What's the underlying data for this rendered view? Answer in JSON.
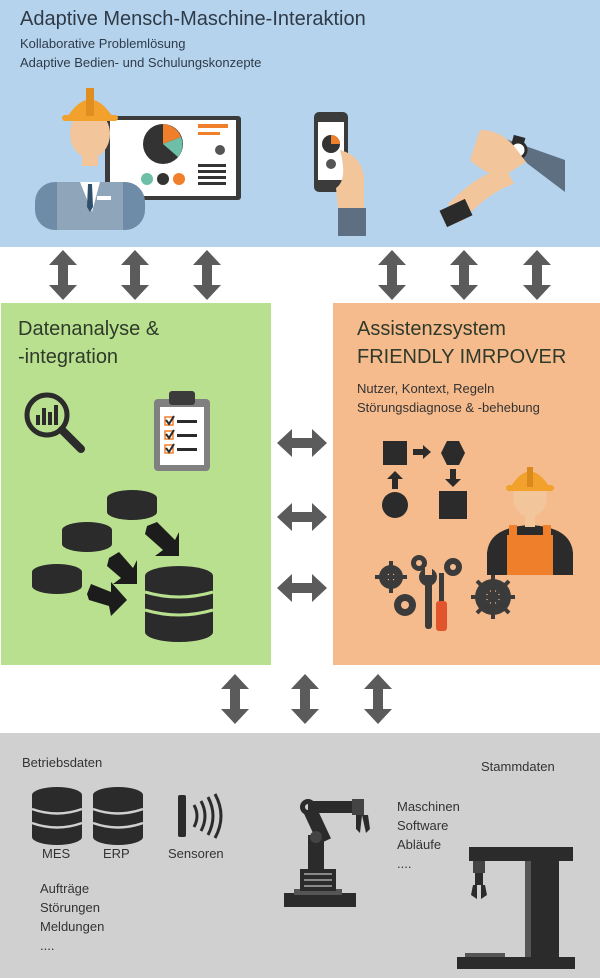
{
  "top": {
    "title": "Adaptive Mensch-Maschine-Interaktion",
    "line1": "Kollaborative Problemlösung",
    "line2": "Adaptive Bedien- und Schulungskonzepte"
  },
  "left": {
    "title_line1": "Datenanalyse &",
    "title_line2": "-integration"
  },
  "right": {
    "title_line1": "Assistenzsystem",
    "title_line2": "FRIENDLY IMRPOVER",
    "line1": "Nutzer, Kontext, Regeln",
    "line2": "Störungsdiagnose & -behebung"
  },
  "bottom": {
    "betriebsdaten": "Betriebsdaten",
    "stammdaten": "Stammdaten",
    "mes": "MES",
    "erp": "ERP",
    "sensoren": "Sensoren",
    "list_left": [
      "Aufträge",
      "Störungen",
      "Meldungen",
      "...."
    ],
    "list_right": [
      "Maschinen",
      "Software",
      "Abläufe",
      "...."
    ]
  },
  "colors": {
    "top_bg": "#b6d3ee",
    "left_bg": "#b9e08f",
    "right_bg": "#f6bb8d",
    "bottom_bg": "#d0d0d0",
    "arrow": "#5b5b5b",
    "helmet": "#f2a12c"
  }
}
